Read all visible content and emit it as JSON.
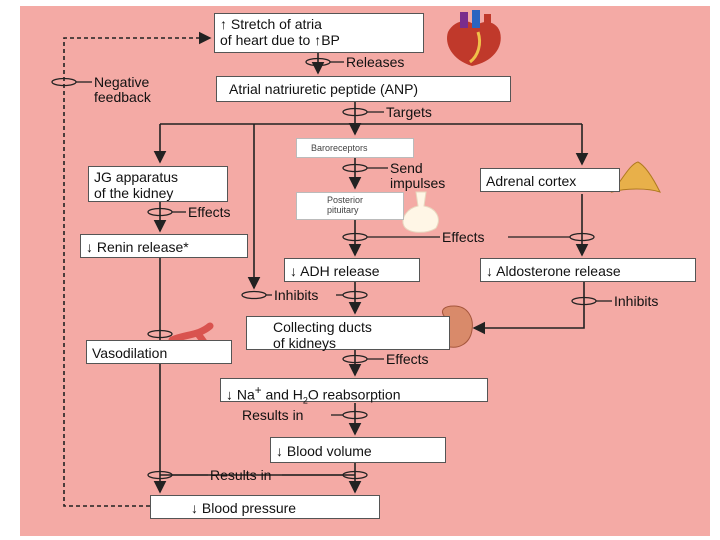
{
  "diagram": {
    "boxes": {
      "stretch": {
        "line1": "Stretch of atria",
        "line2": "of heart due to",
        "bp": "BP"
      },
      "anp": "Atrial natriuretic peptide (ANP)",
      "baroreceptors": "Baroreceptors",
      "jg": {
        "line1": "JG apparatus",
        "line2": "of the kidney"
      },
      "adrenal": "Adrenal cortex",
      "posterior_pituitary": {
        "line1": "Posterior",
        "line2": "pituitary"
      },
      "renin": "Renin release*",
      "adh": "ADH release",
      "aldosterone": "Aldosterone release",
      "collecting": {
        "line1": "Collecting ducts",
        "line2": "of kidneys"
      },
      "vasodilation": "Vasodilation",
      "reabsorption": {
        "pre": "Na",
        "mid": " and H",
        "sub": "2",
        "post": "O reabsorption"
      },
      "blood_volume": "Blood volume",
      "blood_pressure": "Blood pressure"
    },
    "labels": {
      "releases": "Releases",
      "targets": "Targets",
      "negative_feedback": {
        "line1": "Negative",
        "line2": "feedback"
      },
      "send_impulses": {
        "line1": "Send",
        "line2": "impulses"
      },
      "effects": "Effects",
      "inhibits": "Inhibits",
      "results_in": "Results in"
    },
    "symbols": {
      "up": "↑",
      "down": "↓"
    },
    "colors": {
      "background": "#f4aaa5",
      "box": "#ffffff",
      "line": "#222222",
      "heart": "#c0392b",
      "gland": "#e8b04a",
      "kidney": "#d98a6a"
    }
  }
}
